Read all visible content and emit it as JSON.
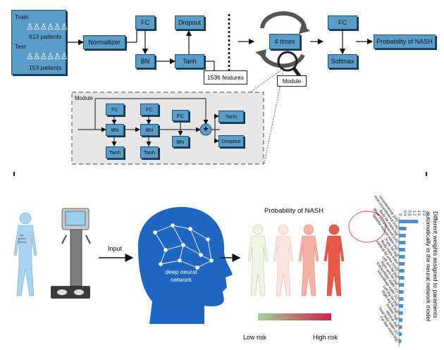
{
  "top": {
    "train_label": "Train",
    "train_patients": "613 patients",
    "test_label": "Test",
    "test_patients": "153 patients",
    "normalizer": "Normallizer",
    "fc1": "FC",
    "bn1": "BN",
    "dropout1": "Dropout",
    "tanh1": "Tanh",
    "features": "1536 features",
    "repeat": "4 times",
    "module_tag": "Module",
    "fc2": "FC",
    "softmax": "Softmax",
    "output": "Probability of NASH"
  },
  "module": {
    "title": "Module",
    "fc_a": "FC",
    "fc_b": "FC",
    "bn_a": "BN",
    "bn_b": "BN",
    "tanh_a": "Tanh",
    "tanh_b": "Tanh",
    "fc_c": "FC",
    "bn_c": "BN",
    "tanh_c": "Tanh",
    "dropout": "Dropout",
    "plus": "+"
  },
  "bottom": {
    "body_labels": [
      "age",
      "gender",
      "diabetes"
    ],
    "input_label": "Input",
    "brain_label_line1": "deep neural",
    "brain_label_line2": "network",
    "prob_title": "Probability of NASH",
    "low_risk": "Low risk",
    "high_risk": "High risk",
    "weights_title_line1": "Different weights assigned to paraments",
    "weights_title_line2": "automatically in the neural network model"
  },
  "chart_data": {
    "type": "bar",
    "orientation": "horizontal",
    "categories": [
      "Arm circumference (cm)",
      "Arm muscle circumference (cm)",
      "Body fat mass (kg)",
      "Waist circumference (cm)",
      "Skeletal muscle mass (kg)",
      "Trunk fat (kg)",
      "Body mass index",
      "Visceral fat area (cm2)",
      "Left arm fat (kg)",
      "Right arm fat (kg)",
      "Extracellular water (L)",
      "Intracellular water (L)",
      "Left leg fat (kg)",
      "Right leg fat (kg)",
      "Protein (kg)",
      "Mineral (kg)",
      "Total body water (L)",
      "Fat free mass (kg)"
    ],
    "values": [
      1.6,
      0.62,
      0.58,
      0.55,
      0.52,
      0.5,
      0.48,
      0.46,
      0.44,
      0.42,
      0.4,
      0.38,
      0.36,
      0.33,
      0.3,
      0.27,
      0.24,
      0.2
    ],
    "tick_labels": [
      "0",
      "0.4",
      "0.8",
      "1.2",
      "1.6",
      "2.0"
    ],
    "xlim": [
      0,
      2.0
    ],
    "bar_color": "#4a8fd4"
  },
  "colors": {
    "box_fill": "#5b9dc9",
    "module_bg": "#e6e6e6",
    "gradient_low": "#9fd19a",
    "gradient_high": "#d81f43",
    "head": "#1f66c2"
  }
}
